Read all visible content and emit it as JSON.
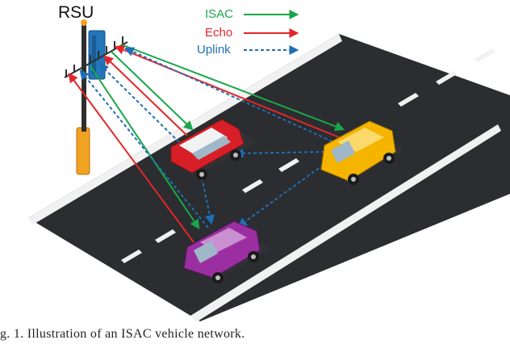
{
  "diagram": {
    "rsu_label": "RSU",
    "legend": [
      {
        "key": "isac",
        "label": "ISAC",
        "color": "#1aa64a",
        "style": "solid"
      },
      {
        "key": "echo",
        "label": "Echo",
        "color": "#e3262a",
        "style": "solid"
      },
      {
        "key": "uplink",
        "label": "Uplink",
        "color": "#1f6fb5",
        "style": "dashed"
      }
    ],
    "vehicles": [
      {
        "name": "red-car",
        "color": "#e3262a"
      },
      {
        "name": "yellow-car",
        "color": "#f4b400"
      },
      {
        "name": "purple-car",
        "color": "#9b2fa1"
      }
    ]
  },
  "caption": {
    "text": "g. 1.  Illustration of an ISAC vehicle network."
  }
}
